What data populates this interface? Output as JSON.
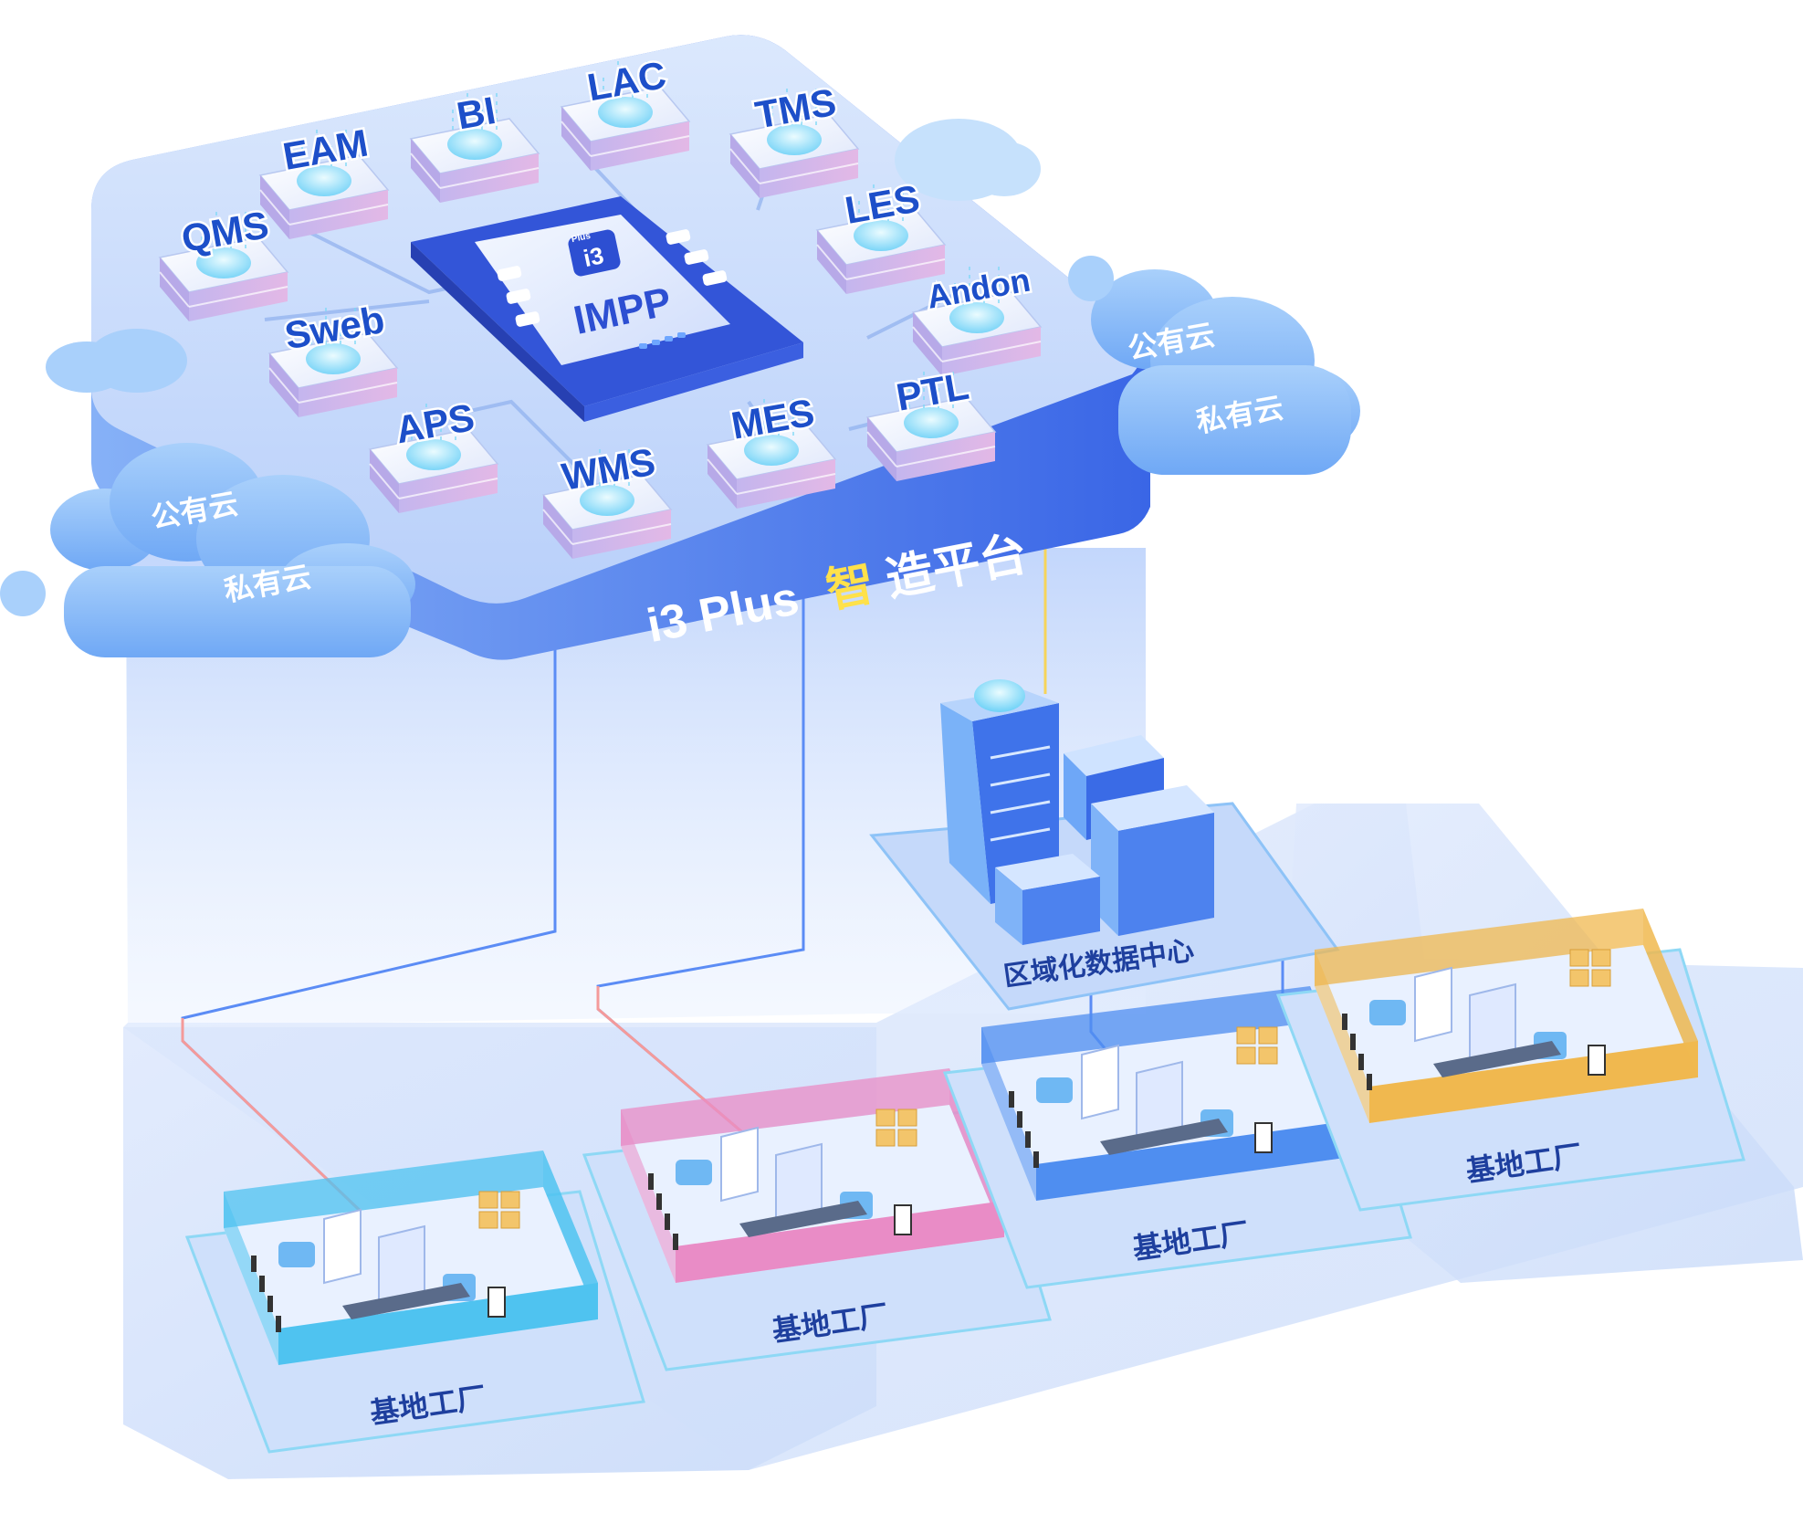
{
  "platform": {
    "title_prefix": "i3 Plus",
    "title_highlight": "智",
    "title_suffix": "造平台",
    "core_chip": {
      "label": "IMPP",
      "badge_text": "Plus",
      "badge_letter": "i3"
    }
  },
  "modules": [
    "EAM",
    "BI",
    "LAC",
    "TMS",
    "QMS",
    "LES",
    "Sweb",
    "Andon",
    "APS",
    "PTL",
    "WMS",
    "MES"
  ],
  "clouds": {
    "public": "公有云",
    "private": "私有云"
  },
  "data_center": {
    "label": "区域化数据中心"
  },
  "factories": [
    {
      "label": "基地工厂",
      "accent": "#4fc3f0"
    },
    {
      "label": "基地工厂",
      "accent": "#e98cc6"
    },
    {
      "label": "基地工厂",
      "accent": "#4f8ef0"
    },
    {
      "label": "基地工厂",
      "accent": "#f0b84f"
    }
  ],
  "colors": {
    "platform_top": "#c9dcfb",
    "platform_side": "#4a7df0",
    "chip": "#4169e8",
    "link_blue": "#5b8cf5",
    "link_pink": "#f49a9a",
    "link_yellow": "#f6d45a"
  }
}
